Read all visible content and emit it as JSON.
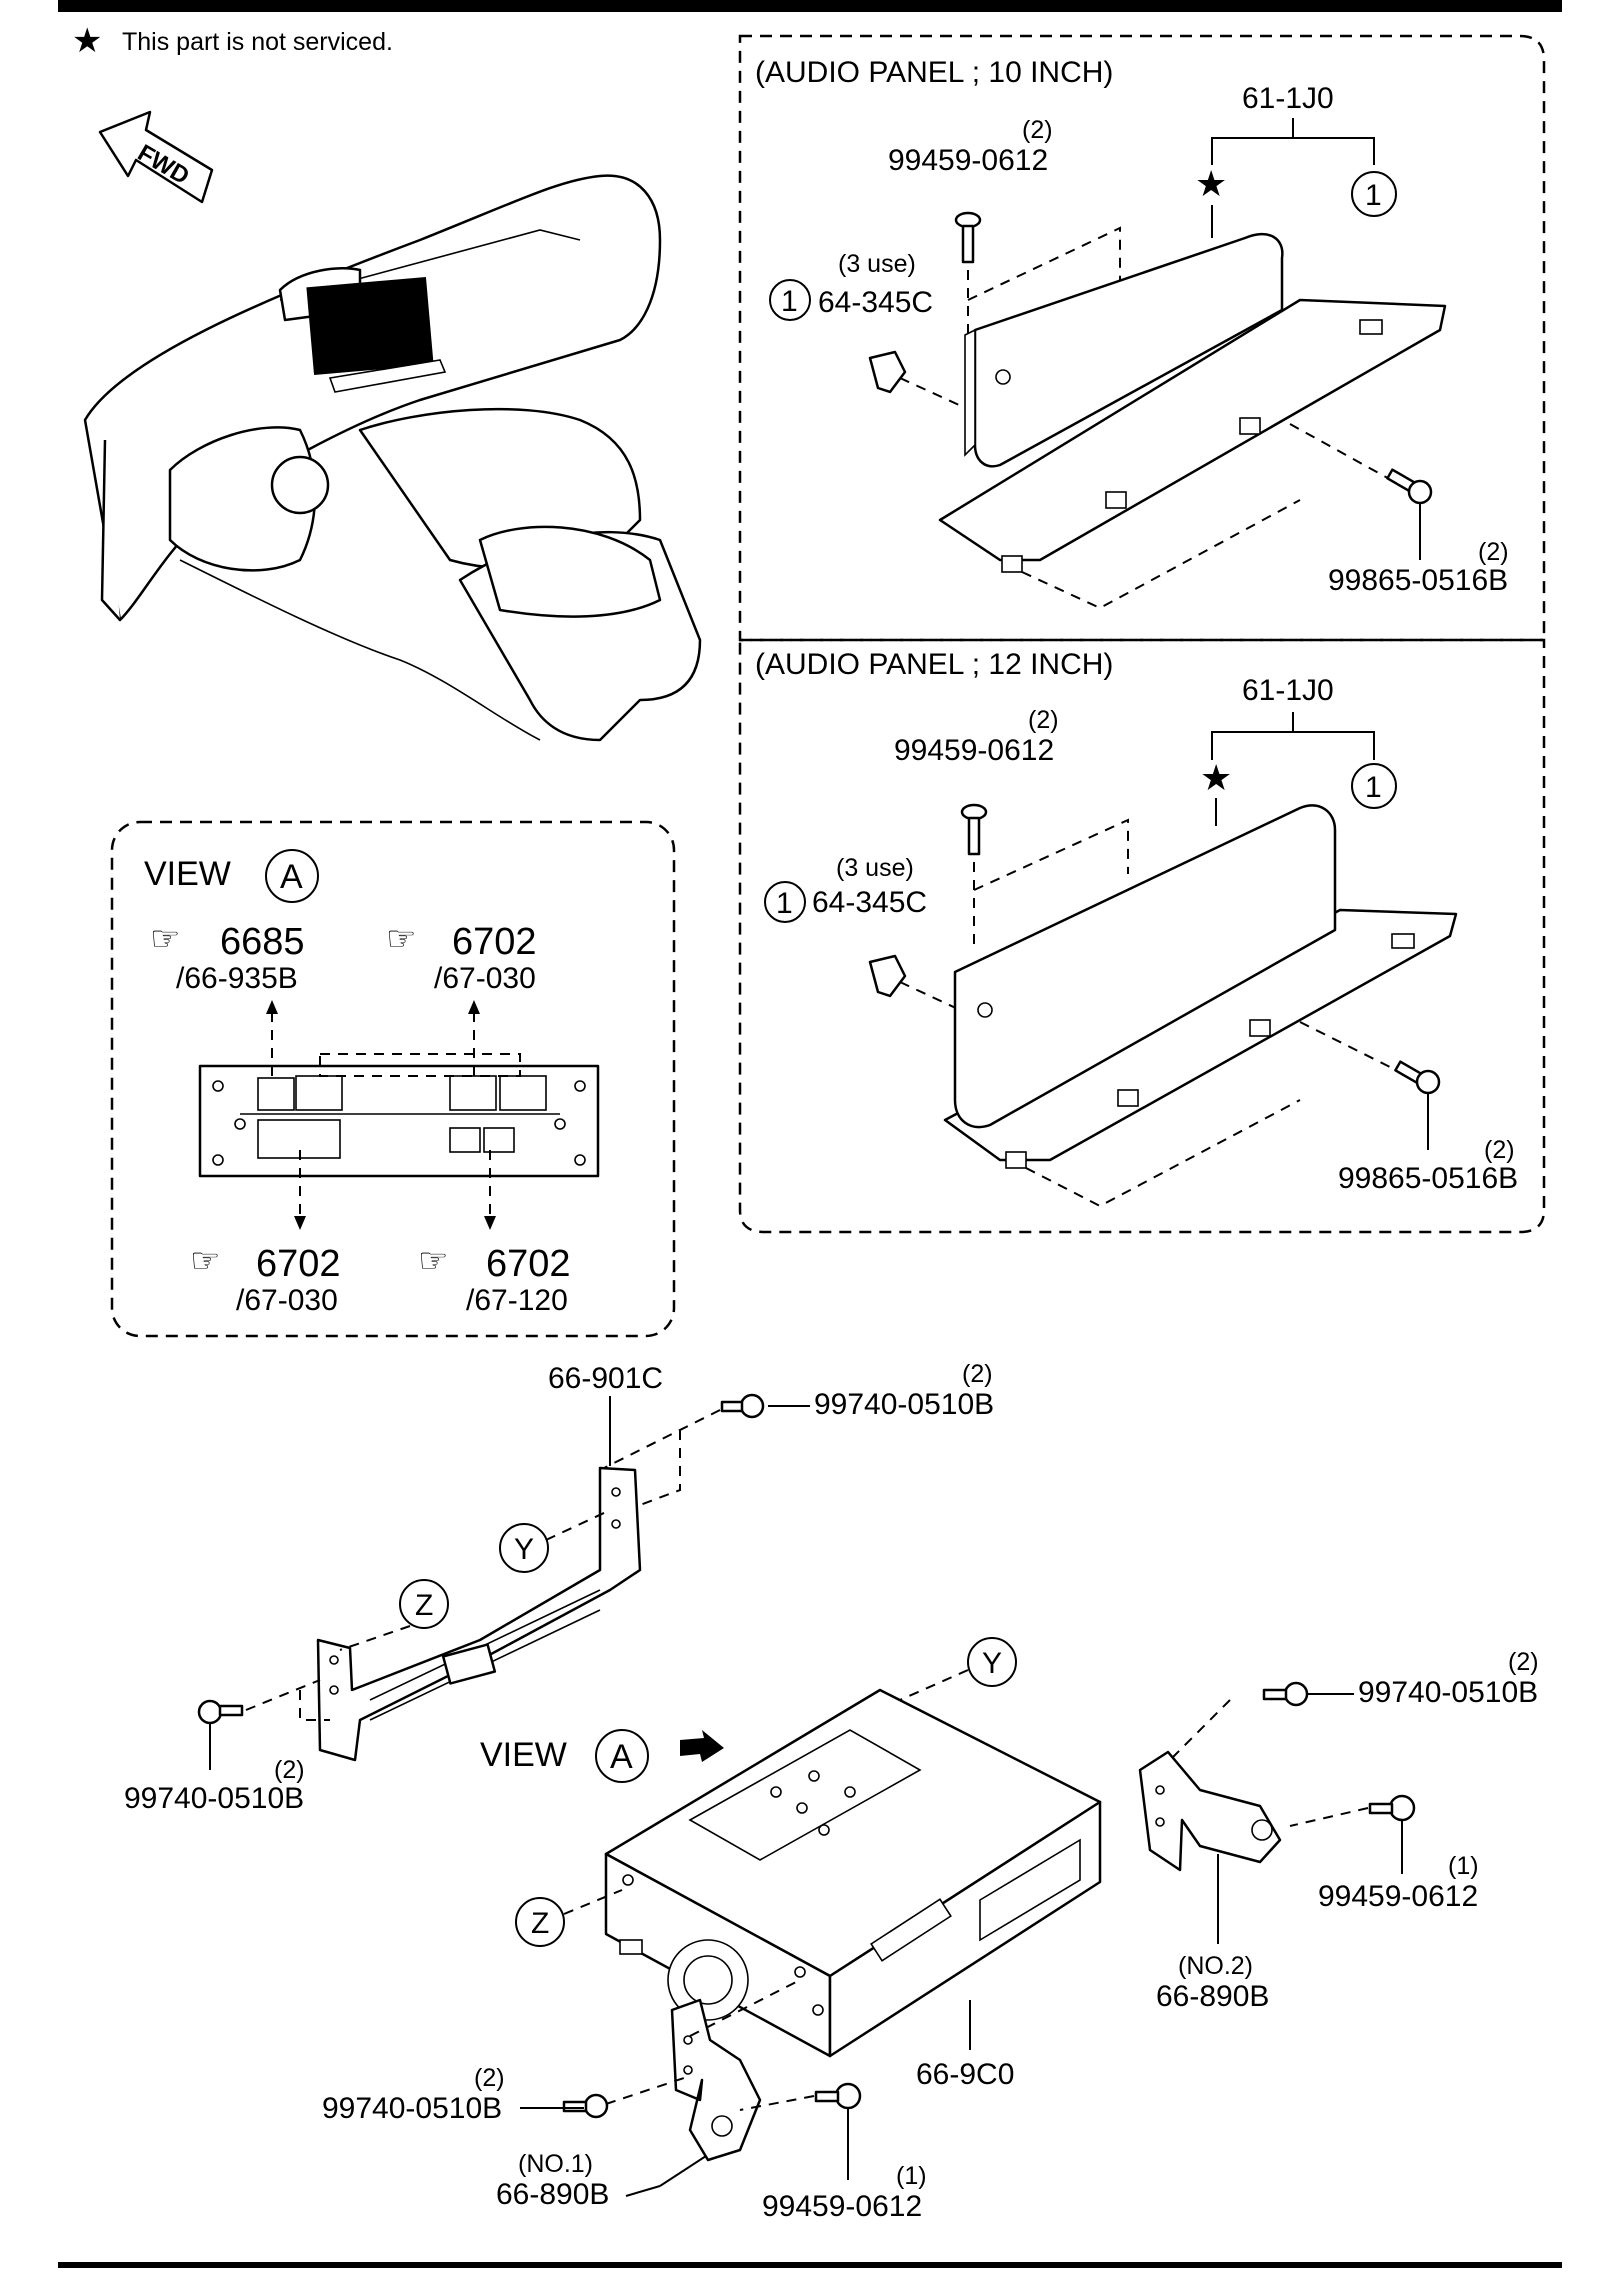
{
  "note": {
    "star": "★",
    "text": "This part is not serviced."
  },
  "fwd": "FWD",
  "panel10": {
    "title": "(AUDIO PANEL ; 10 INCH)",
    "group": "61-1J0",
    "screw_top": {
      "qty": "(2)",
      "part": "99459-0612"
    },
    "clip": {
      "use": "(3 use)",
      "part": "64-345C"
    },
    "screw_bottom": {
      "qty": "(2)",
      "part": "99865-0516B"
    },
    "circle": "1"
  },
  "panel12": {
    "title": "(AUDIO PANEL ; 12 INCH)",
    "group": "61-1J0",
    "screw_top": {
      "qty": "(2)",
      "part": "99459-0612"
    },
    "clip": {
      "use": "(3 use)",
      "part": "64-345C"
    },
    "screw_bottom": {
      "qty": "(2)",
      "part": "99865-0516B"
    },
    "circle": "1"
  },
  "viewA": {
    "title": "VIEW",
    "letter": "A",
    "refs": [
      {
        "num": "6685",
        "sub": "/66-935B"
      },
      {
        "num": "6702",
        "sub": "/67-030"
      },
      {
        "num": "6702",
        "sub": "/67-030"
      },
      {
        "num": "6702",
        "sub": "/67-120"
      }
    ]
  },
  "lower": {
    "bracket_top": "66-901C",
    "screw_tr": {
      "qty": "(2)",
      "part": "99740-0510B"
    },
    "screw_left": {
      "qty": "(2)",
      "part": "99740-0510B"
    },
    "screw_right": {
      "qty": "(2)",
      "part": "99740-0510B"
    },
    "screw_right_small": {
      "qty": "(1)",
      "part": "99459-0612"
    },
    "bracket_no2": {
      "no": "(NO.2)",
      "part": "66-890B"
    },
    "unit": "66-9C0",
    "screw_bl": {
      "qty": "(2)",
      "part": "99740-0510B"
    },
    "bracket_no1": {
      "no": "(NO.1)",
      "part": "66-890B"
    },
    "screw_bottom": {
      "qty": "(1)",
      "part": "99459-0612"
    },
    "view_label": "VIEW",
    "view_letter": "A",
    "y": "Y",
    "z": "Z"
  }
}
